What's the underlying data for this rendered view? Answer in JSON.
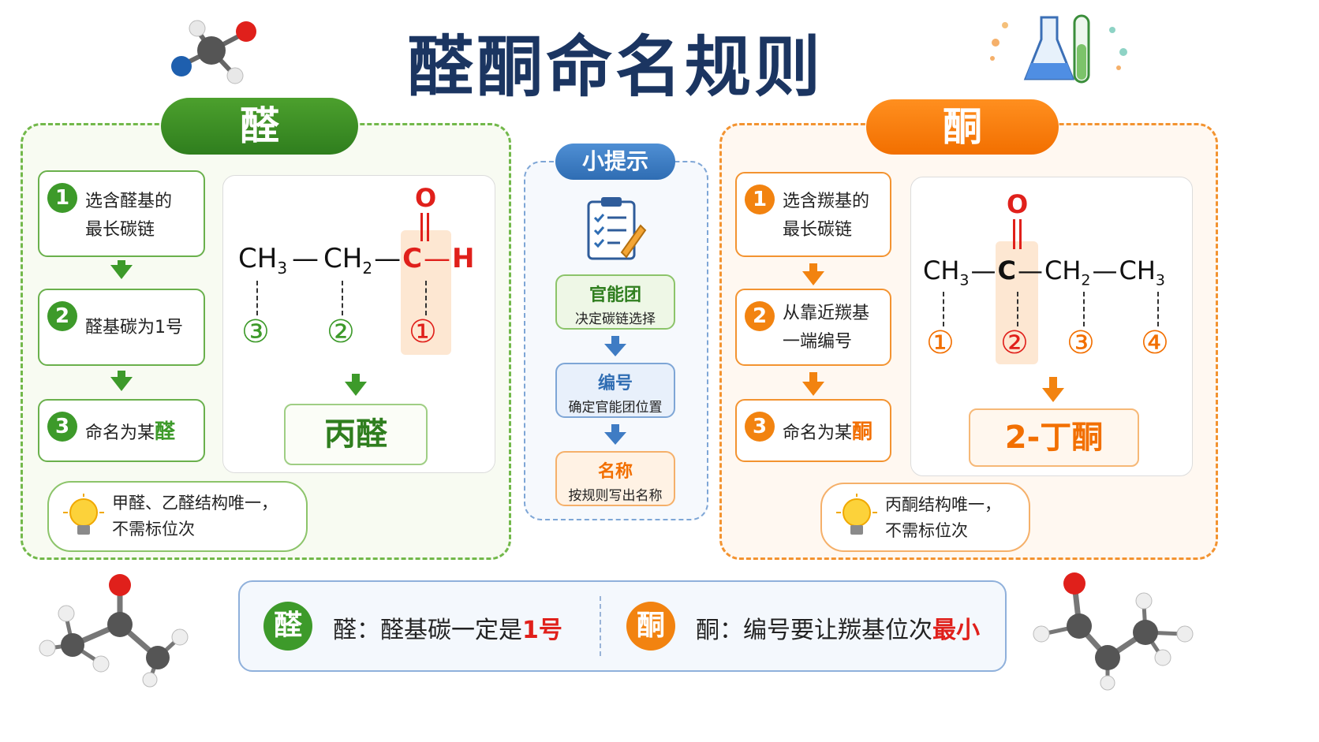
{
  "title": "醛酮命名规则",
  "aldehyde": {
    "header": "醛",
    "steps": [
      {
        "num": "1",
        "text_line1": "选含醛基的",
        "text_line2": "最长碳链"
      },
      {
        "num": "2",
        "text": "醛基碳为1号"
      },
      {
        "num": "3",
        "text_prefix": "命名为某",
        "text_highlight": "醛"
      }
    ],
    "formula": {
      "groups": [
        "CH",
        "CH",
        "C",
        "H"
      ],
      "subs": [
        "3",
        "2"
      ],
      "oxygen": "O",
      "bond": "—",
      "numbers": [
        "③",
        "②",
        "①"
      ]
    },
    "result": "丙醛",
    "note_line1": "甲醛、乙醛结构唯一，",
    "note_line2": "不需标位次",
    "color": "#3d9a2a"
  },
  "tips": {
    "header": "小提示",
    "items": [
      {
        "title": "官能团",
        "sub": "决定碳链选择"
      },
      {
        "title": "编号",
        "sub": "确定官能团位置"
      },
      {
        "title": "名称",
        "sub": "按规则写出名称"
      }
    ]
  },
  "ketone": {
    "header": "酮",
    "steps": [
      {
        "num": "1",
        "text_line1": "选含羰基的",
        "text_line2": "最长碳链"
      },
      {
        "num": "2",
        "text_line1": "从靠近羰基",
        "text_line2": "一端编号"
      },
      {
        "num": "3",
        "text_prefix": "命名为某",
        "text_highlight": "酮"
      }
    ],
    "formula": {
      "groups": [
        "CH",
        "C",
        "CH",
        "CH"
      ],
      "subs": [
        "3",
        "2",
        "3"
      ],
      "oxygen": "O",
      "bond": "—",
      "numbers": [
        "①",
        "②",
        "③",
        "④"
      ]
    },
    "result": "2-丁酮",
    "note_line1": "丙酮结构唯一，",
    "note_line2": "不需标位次",
    "color": "#f28310"
  },
  "summary": {
    "ald_badge": "醛",
    "ald_text": "醛：醛基碳一定是",
    "ald_highlight": "1号",
    "ket_badge": "酮",
    "ket_text": "酮：编号要让羰基位次",
    "ket_highlight": "最小"
  },
  "icons": [
    "molecule-icon",
    "flask-icon",
    "test-tube-icon",
    "clipboard-icon",
    "lightbulb-icon",
    "arrow-down-icon"
  ]
}
